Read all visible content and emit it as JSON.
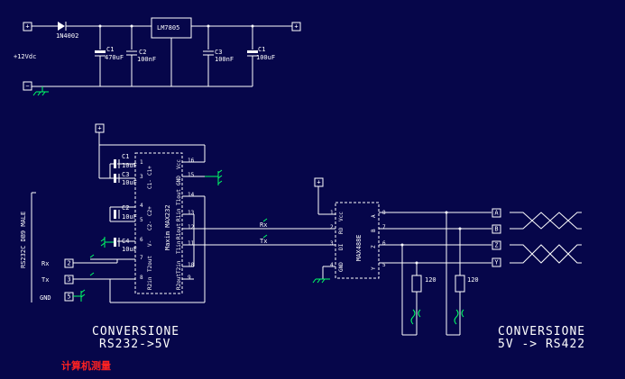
{
  "power": {
    "in_terminal": "+",
    "gnd_terminal": "−",
    "out_terminal": "+",
    "diode": "1N4002",
    "input_label": "+12Vdc",
    "regulator": "LM7805",
    "caps": [
      {
        "ref": "C1",
        "val": "470uF"
      },
      {
        "ref": "C2",
        "val": "100nF"
      },
      {
        "ref": "C3",
        "val": "100nF"
      },
      {
        "ref": "C1",
        "val": "100uF"
      }
    ]
  },
  "max232": {
    "vcc_terminal": "+",
    "chip_label": "Maxim MAX232",
    "caps": [
      {
        "ref": "C1",
        "val": "10uF"
      },
      {
        "ref": "C3",
        "val": "10uF"
      },
      {
        "ref": "C2",
        "val": "10uF"
      },
      {
        "ref": "C4",
        "val": "10uF"
      }
    ],
    "left_pins": [
      {
        "num": "1",
        "name": "C1+"
      },
      {
        "num": "3",
        "name": "C1-"
      },
      {
        "num": "4",
        "name": "C2+"
      },
      {
        "num": "5",
        "name": "C2-"
      },
      {
        "num": "6",
        "name": "V-"
      },
      {
        "num": "7",
        "name": "T2out"
      },
      {
        "num": "8",
        "name": "R2in"
      }
    ],
    "right_pins": [
      {
        "num": "16",
        "name": "Vcc"
      },
      {
        "num": "15",
        "name": "GND"
      },
      {
        "num": "14",
        "name": "T1out"
      },
      {
        "num": "13",
        "name": "R1in"
      },
      {
        "num": "12",
        "name": "R1out"
      },
      {
        "num": "11",
        "name": "T1in"
      },
      {
        "num": "10",
        "name": "T2in"
      },
      {
        "num": "9",
        "name": "R2out"
      }
    ],
    "connector_label": "RS232C DB9 MALE",
    "rx_label": "Rx",
    "tx_label": "Tx",
    "gnd_label": "GND",
    "db9_pins": [
      "2",
      "3",
      "5"
    ],
    "net_rx": "Rx",
    "net_tx": "Tx"
  },
  "max488": {
    "vcc_terminal": "+",
    "chip_label": "MAX488E",
    "left_pins": [
      "Vcc",
      "RO",
      "DI",
      "GND"
    ],
    "left_nums": [
      "1",
      "2",
      "3",
      "4"
    ],
    "right_pins": [
      "A",
      "B",
      "Z",
      "Y"
    ],
    "right_nums": [
      "8",
      "7",
      "6",
      "5"
    ],
    "outputs": [
      "A",
      "B",
      "Z",
      "Y"
    ],
    "resistors": [
      "120",
      "120"
    ]
  },
  "captions": {
    "left_line1": "CONVERSIONE",
    "left_line2": "RS232->5V",
    "right_line1": "CONVERSIONE",
    "right_line2": "5V -> RS422"
  },
  "watermark": "计算机测量"
}
